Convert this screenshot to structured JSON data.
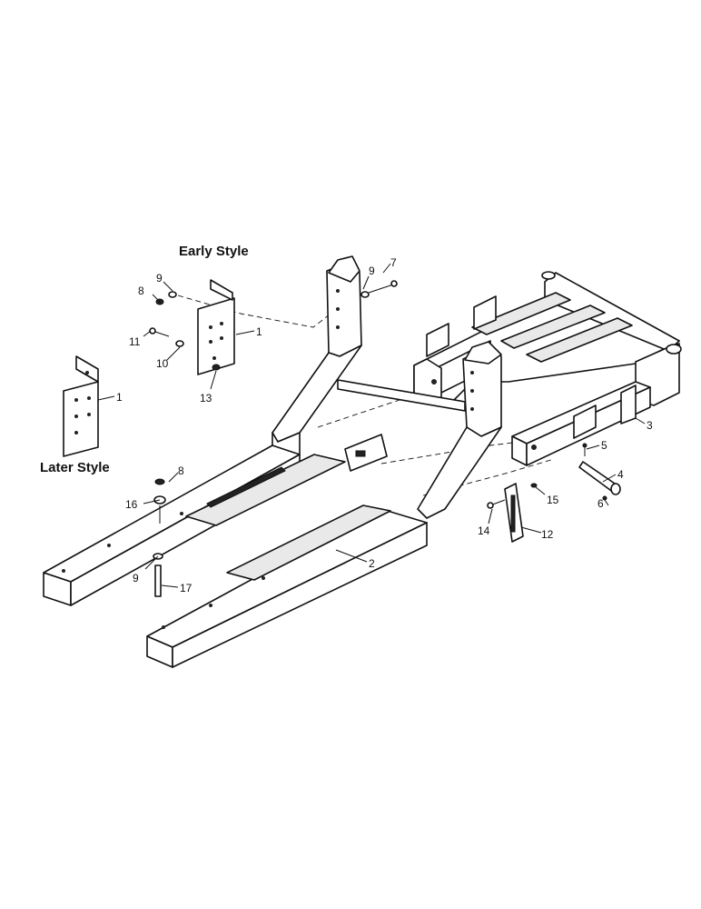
{
  "labels": {
    "early_style": "Early Style",
    "later_style": "Later Style"
  },
  "callouts": [
    {
      "id": "c1a",
      "text": "1"
    },
    {
      "id": "c1b",
      "text": "1"
    },
    {
      "id": "c2",
      "text": "2"
    },
    {
      "id": "c3",
      "text": "3"
    },
    {
      "id": "c4",
      "text": "4"
    },
    {
      "id": "c5",
      "text": "5"
    },
    {
      "id": "c6",
      "text": "6"
    },
    {
      "id": "c7",
      "text": "7"
    },
    {
      "id": "c8a",
      "text": "8"
    },
    {
      "id": "c8b",
      "text": "8"
    },
    {
      "id": "c9a",
      "text": "9"
    },
    {
      "id": "c9b",
      "text": "9"
    },
    {
      "id": "c9c",
      "text": "9"
    },
    {
      "id": "c10",
      "text": "10"
    },
    {
      "id": "c11",
      "text": "11"
    },
    {
      "id": "c12",
      "text": "12"
    },
    {
      "id": "c13",
      "text": "13"
    },
    {
      "id": "c14",
      "text": "14"
    },
    {
      "id": "c15",
      "text": "15"
    },
    {
      "id": "c16",
      "text": "16"
    },
    {
      "id": "c17",
      "text": "17"
    }
  ]
}
